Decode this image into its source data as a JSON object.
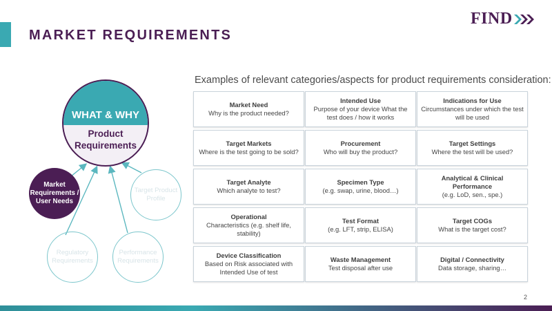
{
  "header": {
    "title": "MARKET REQUIREMENTS",
    "logo_text": "FIND",
    "colors": {
      "brand": "#4b1e54",
      "accent": "#3aa9b2"
    }
  },
  "subtitle": "Examples of relevant categories/aspects for product requirements consideration:",
  "diagram": {
    "center_top": "WHAT & WHY",
    "center_bottom": "Product Requirements",
    "market": "Market Requirements / User Needs",
    "target_profile": "Target Product Profile",
    "regulatory": "Regulatory Requirements",
    "performance": "Performance Requirements"
  },
  "cards": [
    {
      "title": "Market Need",
      "text": "Why is the product needed?"
    },
    {
      "title": "Intended Use",
      "text": "Purpose of your device What the test does / how it works"
    },
    {
      "title": "Indications for Use",
      "text": "Circumstances under which the test will be used"
    },
    {
      "title": "Target Markets",
      "text": "Where is the test going to be sold?"
    },
    {
      "title": "Procurement",
      "text": "Who will buy the product?"
    },
    {
      "title": "Target Settings",
      "text": "Where the test will be used?"
    },
    {
      "title": "Target Analyte",
      "text": "Which analyte to test?"
    },
    {
      "title": "Specimen Type",
      "text": "(e.g. swap, urine, blood…)"
    },
    {
      "title": "Analytical & Clinical Performance",
      "text": "(e.g. LoD, sen., spe.)"
    },
    {
      "title": "Operational",
      "text": "Characteristics (e.g. shelf life, stability)"
    },
    {
      "title": "Test Format",
      "text": "(e.g. LFT, strip, ELISA)"
    },
    {
      "title": "Target COGs",
      "text": "What is the target cost?"
    },
    {
      "title": "Device Classification",
      "text": "Based on Risk associated with Intended Use of test"
    },
    {
      "title": "Waste Management",
      "text": "Test disposal after use"
    },
    {
      "title": "Digital / Connectivity",
      "text": "Data storage, sharing…"
    }
  ],
  "footer": {
    "page_number": "2"
  }
}
